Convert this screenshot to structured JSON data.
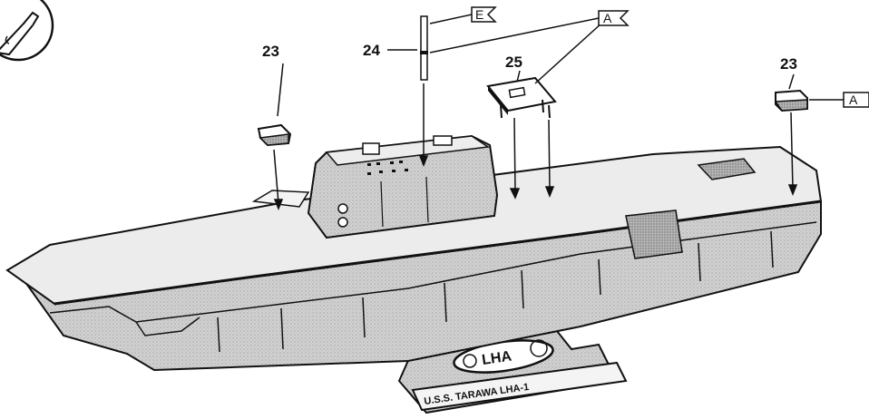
{
  "callouts": {
    "part_23_left": "23",
    "part_23_right": "23",
    "part_24": "24",
    "part_25": "25"
  },
  "flags": {
    "flag_e": "E",
    "flag_a_top": "A",
    "flag_a_right": "A"
  },
  "stand": {
    "badge_text": "LHA",
    "plate_text": "U.S.S. TARAWA LHA-1"
  },
  "colors": {
    "ink": "#111111",
    "hull_shade": "#c9c9c9",
    "deck": "#ebebeb",
    "paper": "#ffffff"
  },
  "icons": {
    "corner_symbol": "glue-tube-icon"
  }
}
